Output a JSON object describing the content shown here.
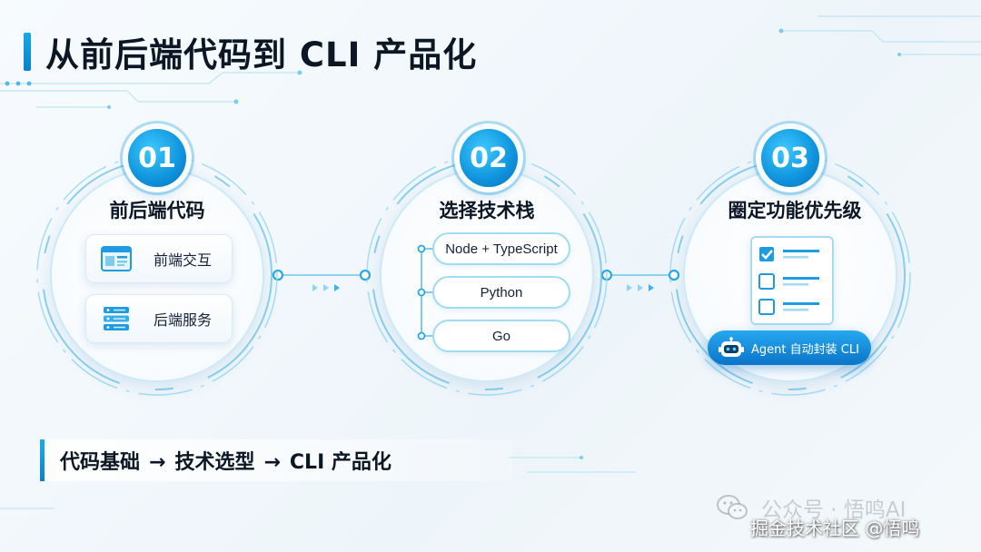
{
  "title": "从前后端代码到 CLI 产品化",
  "stages": [
    {
      "number": "01",
      "title": "前后端代码",
      "items": [
        {
          "label": "前端交互",
          "icon": "browser-window-icon"
        },
        {
          "label": "后端服务",
          "icon": "server-stack-icon"
        }
      ]
    },
    {
      "number": "02",
      "title": "选择技术栈",
      "options": [
        "Node + TypeScript",
        "Python",
        "Go"
      ]
    },
    {
      "number": "03",
      "title": "圈定功能优先级",
      "checklist_checked": [
        true,
        false,
        false
      ],
      "agent_label": "Agent 自动封装 CLI",
      "agent_icon": "robot-icon"
    }
  ],
  "summary": {
    "steps": [
      "代码基础",
      "技术选型",
      "CLI 产品化"
    ],
    "arrow": "→"
  },
  "watermark": {
    "line1": "公众号 · 悟鸣AI",
    "line2": "掘金技术社区 @悟鸣",
    "icon": "wechat-icon"
  },
  "colors": {
    "accent": "#0f93dc",
    "accent_light": "#9fdcf4",
    "text": "#0c1726"
  }
}
